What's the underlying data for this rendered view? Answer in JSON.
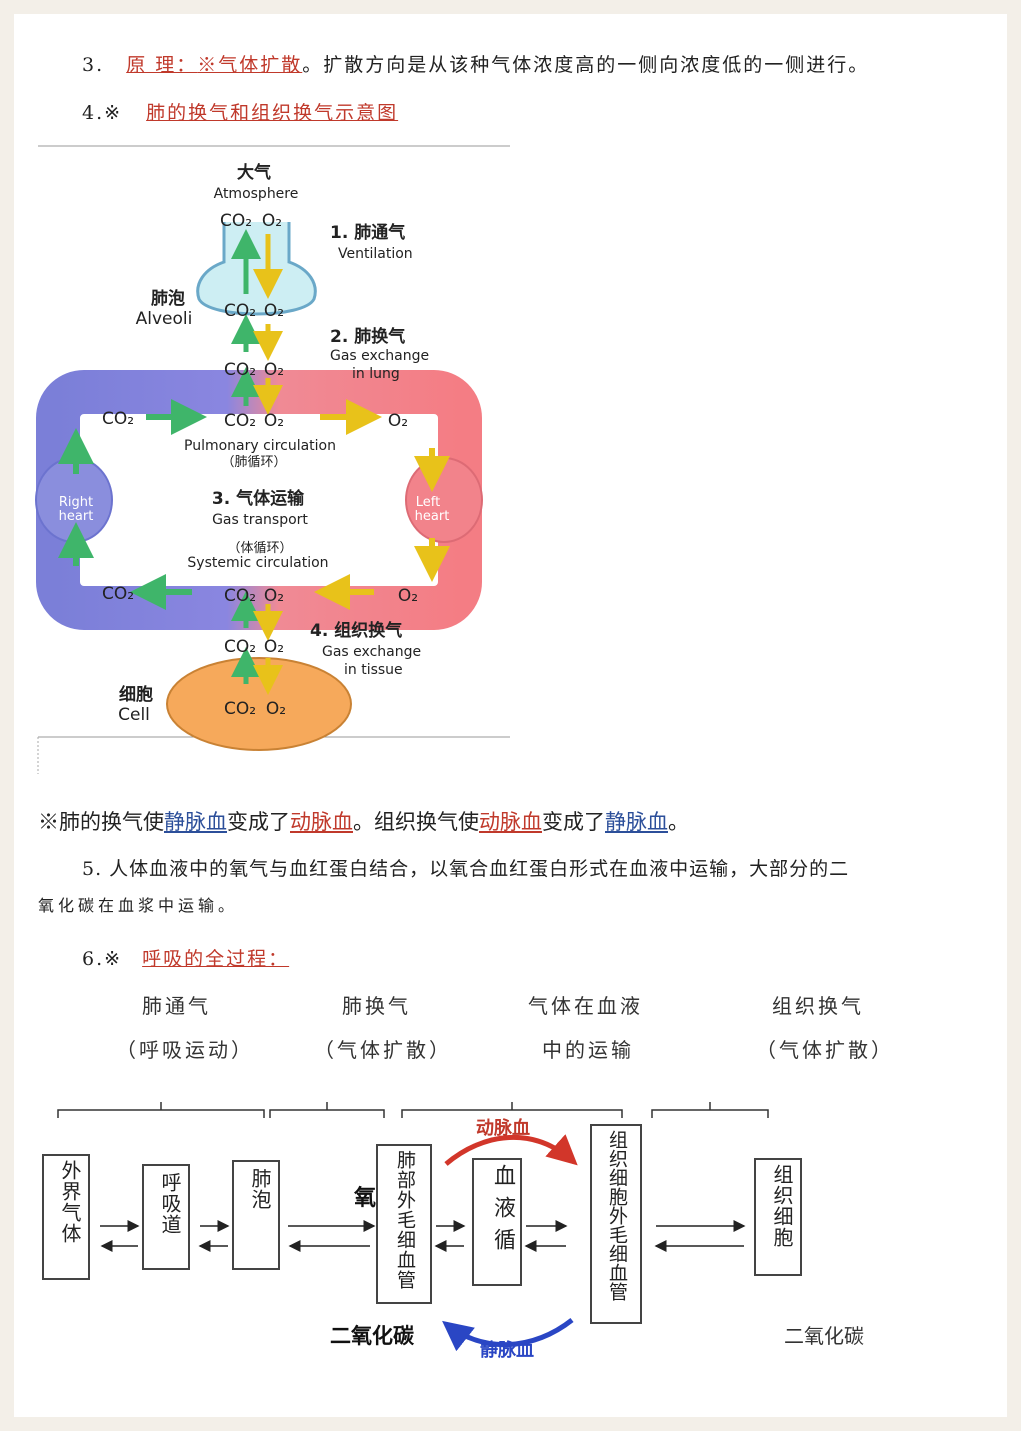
{
  "lines": {
    "l3_num": "3.",
    "l3_label": "原 理：",
    "l3_mark": "※气体扩散",
    "l3_rest": "。扩散方向是从该种气体浓度高的一侧向浓度低的一侧进行。",
    "l4_num": "4.※",
    "l4_title": "肺的换气和组织换气示意图"
  },
  "diagram": {
    "atmosphere_cn": "大气",
    "atmosphere_en": "Atmosphere",
    "co2": "CO₂",
    "o2": "O₂",
    "step1_cn": "1. 肺通气",
    "step1_en": "Ventilation",
    "alveoli_cn": "肺泡",
    "alveoli_en": "Alveoli",
    "step2_cn": "2. 肺换气",
    "step2_en1": "Gas exchange",
    "step2_en2": "in lung",
    "pulmonary_en": "Pulmonary circulation",
    "pulmonary_cn": "（肺循环）",
    "step3_cn": "3. 气体运输",
    "step3_en": "Gas transport",
    "systemic_cn": "（体循环）",
    "systemic_en": "Systemic circulation",
    "right_heart_1": "Right",
    "right_heart_2": "heart",
    "left_heart_1": "Left",
    "left_heart_2": "heart",
    "step4_cn": "4. 组织换气",
    "step4_en1": "Gas exchange",
    "step4_en2": "in tissue",
    "cell_cn": "细胞",
    "cell_en": "Cell"
  },
  "note": {
    "p1": "※肺的换气使",
    "vein1": "静脉血",
    "p2": "变成了",
    "art1": "动脉血",
    "p3": "。组织换气使",
    "art2": "动脉血",
    "p4": "变成了",
    "vein2": "静脉血",
    "p5": "。"
  },
  "para5": {
    "line1": "5. 人体血液中的氧气与血红蛋白结合，以氧合血红蛋白形式在血液中运输，大部分的二",
    "line2": "氧化碳在血浆中运输。"
  },
  "section6": {
    "num": "6.※",
    "title": "呼吸的全过程："
  },
  "flow": {
    "h1a": "肺通气",
    "h1b": "（呼吸运动）",
    "h2a": "肺换气",
    "h2b": "（气体扩散）",
    "h3a": "气体在血液",
    "h3b": "中的运输",
    "h4a": "组织换气",
    "h4b": "（气体扩散）",
    "b1": "外界气体",
    "b2": "呼吸道",
    "b3": "肺泡",
    "b4": "肺部外毛细血管",
    "b5": "血液循",
    "b6": "组织细胞外毛细血管",
    "b7": "组织细胞",
    "oxygen": "氧",
    "artery": "动脉血",
    "vein": "静脉血",
    "co2_left": "二氧化碳",
    "co2_right": "二氧化碳"
  }
}
